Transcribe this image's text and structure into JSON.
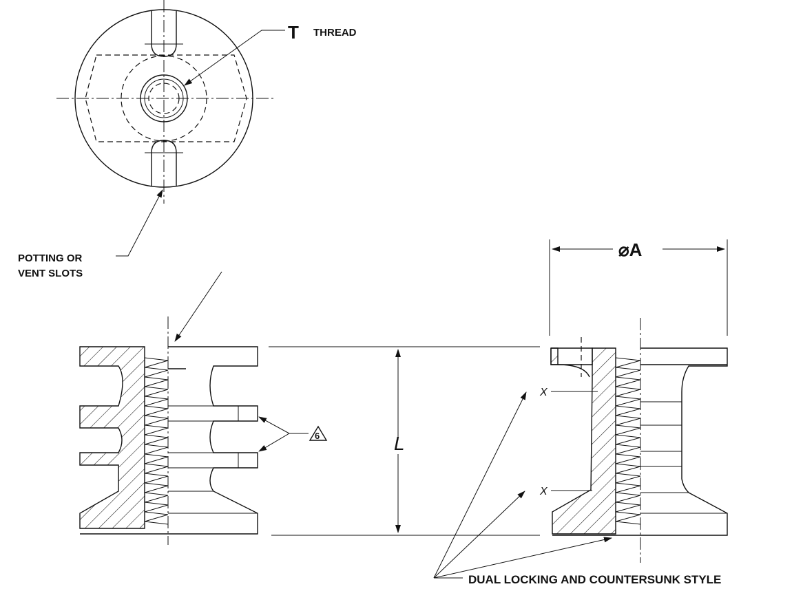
{
  "labels": {
    "thread_letter": "T",
    "thread_word": "THREAD",
    "potting_line1": "POTTING OR",
    "potting_line2": "VENT SLOTS",
    "diameter": "⌀A",
    "length": "L",
    "flag_note": "6",
    "x_upper": "X",
    "x_lower": "X",
    "dual_locking": "DUAL LOCKING AND COUNTERSUNK STYLE"
  },
  "colors": {
    "ink": "#111111",
    "paper": "#ffffff"
  }
}
